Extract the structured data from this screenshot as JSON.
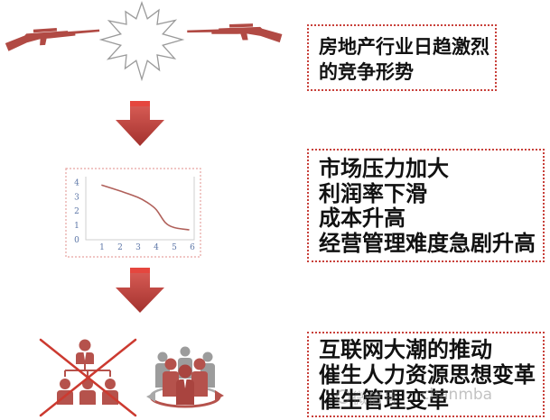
{
  "boxes": [
    {
      "lines": [
        "房地产行业日趋激烈",
        "的竞争形势"
      ]
    },
    {
      "lines": [
        "市场压力加大",
        "利润率下滑",
        "成本升高",
        "经营管理难度急剧升高"
      ]
    },
    {
      "lines": [
        "互联网大潮的推动",
        "催生人力资源思想变革",
        "催生管理变革"
      ]
    }
  ],
  "watermark": {
    "label": "微信号",
    "handle": "chanmba"
  },
  "icons": {
    "competition": [
      "rifle-icon",
      "explosion-icon",
      "rifle-icon"
    ],
    "flow": [
      "arrow-down-icon",
      "arrow-down-icon"
    ],
    "organization": [
      "org-chart-icon",
      "cross-out-icon"
    ],
    "team": "team-circle-icon"
  },
  "colors": {
    "accent_red": "#b5524c",
    "border_red": "#c8403a",
    "arrow_top": "#dc5f58",
    "arrow_bottom": "#a3322e",
    "cross_red": "#cc3a30",
    "text": "#111111",
    "chart_line": "#b0605a",
    "chart_ticks": "#5a74a6"
  },
  "chart_data": {
    "type": "line",
    "x": [
      1,
      2,
      3,
      3.5,
      4,
      4.5,
      5,
      5.8
    ],
    "series": [
      {
        "values": [
          3.8,
          3.4,
          2.95,
          2.6,
          2.1,
          1.2,
          0.85,
          0.7
        ]
      }
    ],
    "xticks": [
      1,
      2,
      3,
      4,
      5,
      6
    ],
    "yticks": [
      0,
      1,
      2,
      3,
      4
    ],
    "xlim": [
      0.1,
      6.1
    ],
    "ylim": [
      0,
      4.4
    ],
    "grid": false
  }
}
